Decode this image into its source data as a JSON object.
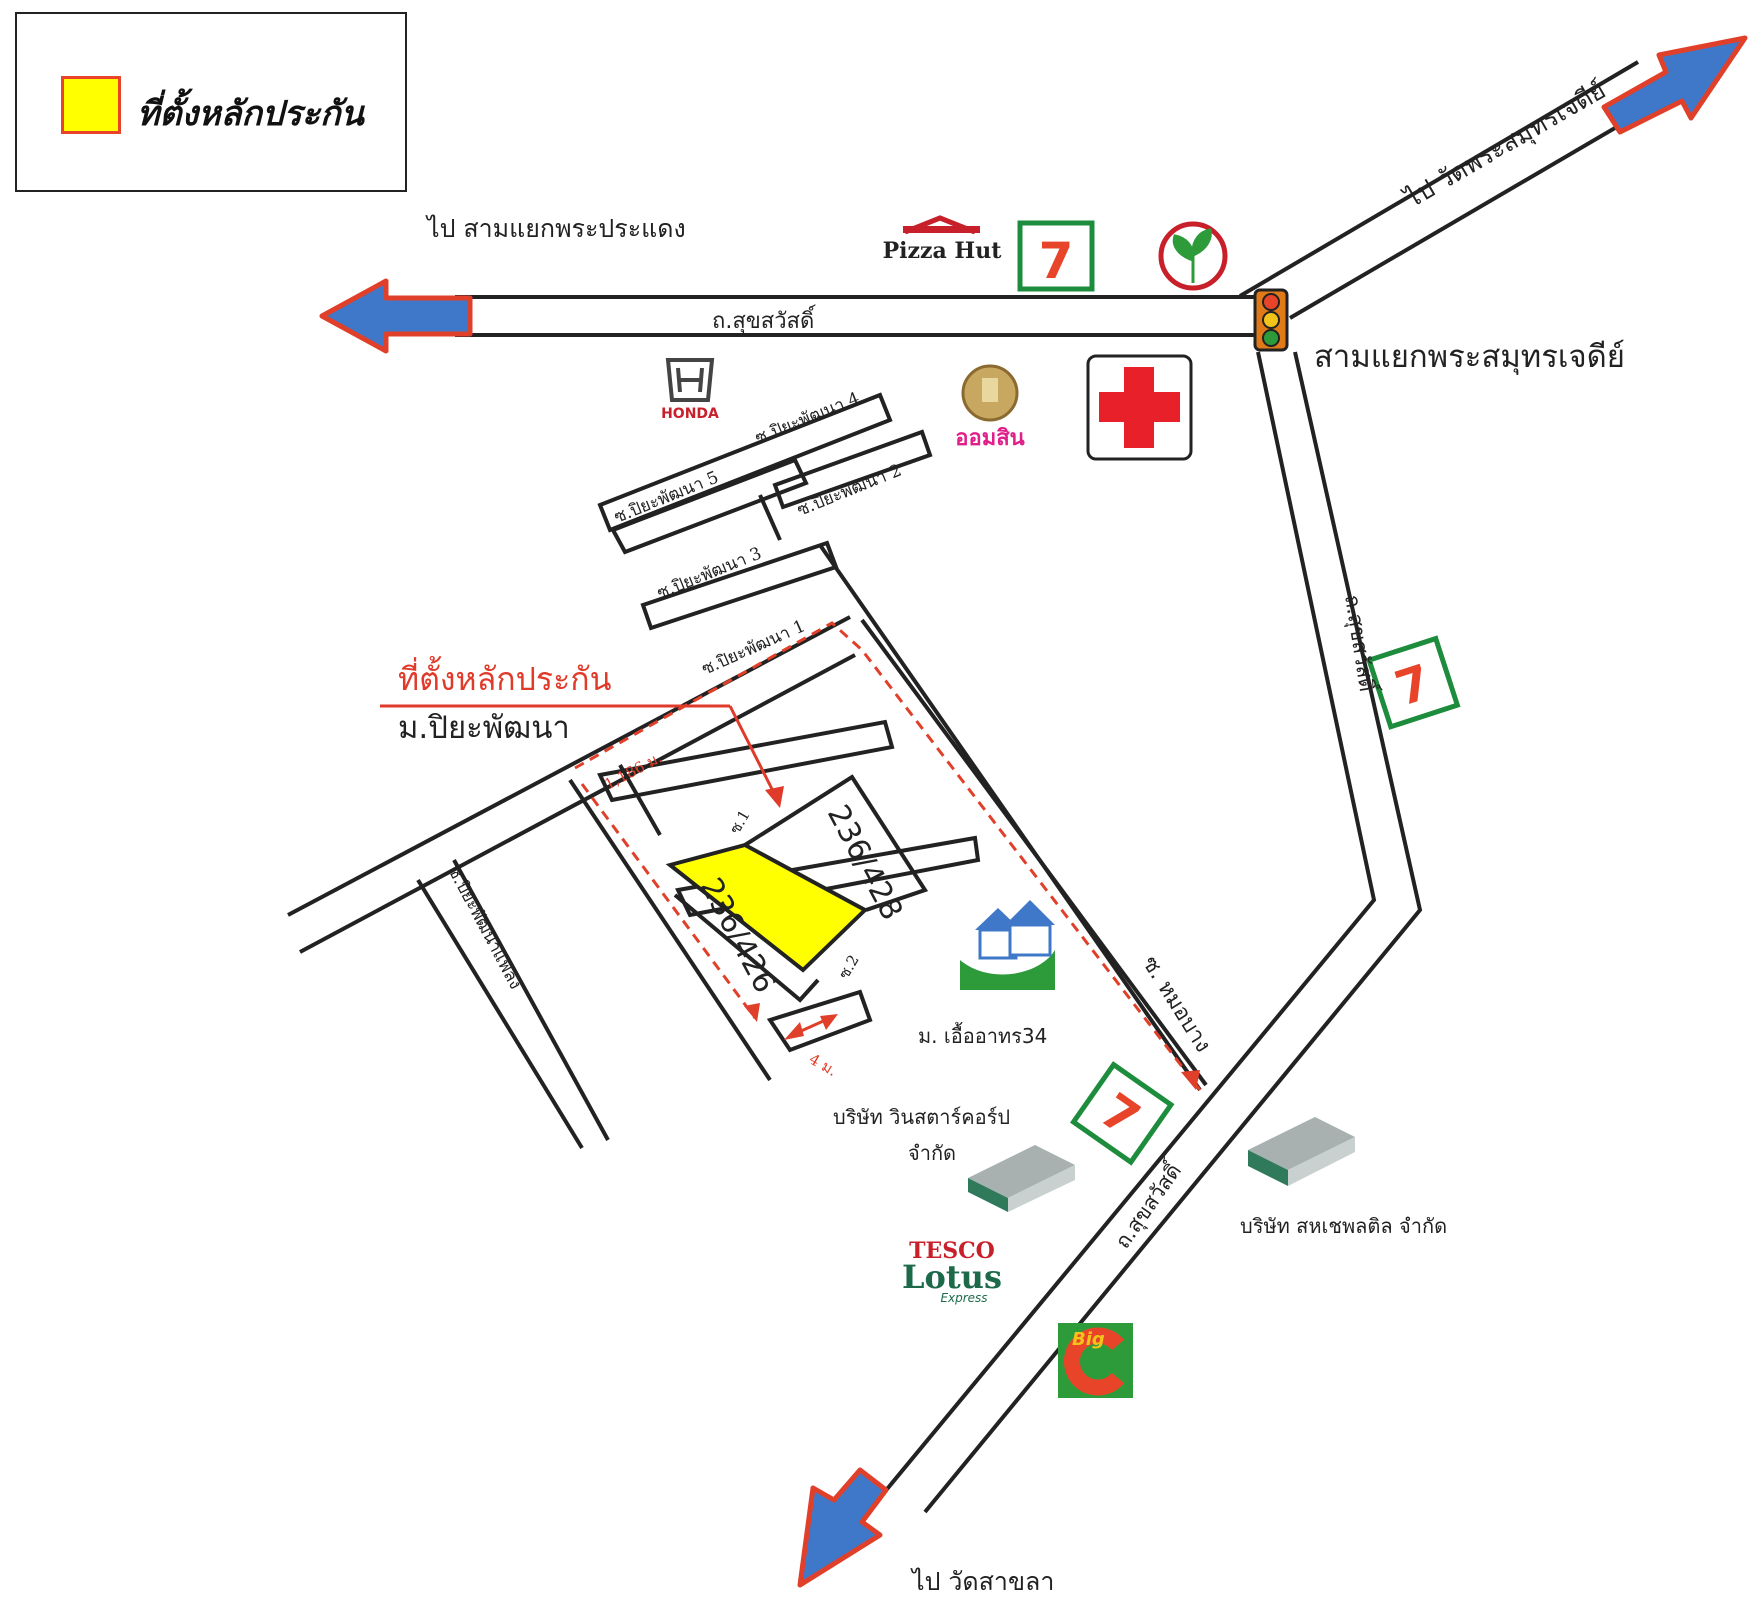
{
  "legend": {
    "label": "ที่ตั้งหลักประกัน",
    "swatch_color": "#ffff00",
    "swatch_border": "#e8442a"
  },
  "directions": {
    "to_west": "ไป สามแยกพระประแดง",
    "to_northeast": "ไป วัดพระสมุทรเจดีย์",
    "to_south": "ไป วัดสาขลา"
  },
  "junction": {
    "name": "สามแยกพระสมุทรเจดีย์"
  },
  "roads": {
    "main_top": "ถ.สุขสวัสดิ์",
    "main_diag": "ถ.สุขสวัสดิ์",
    "main_lower": "ถ.สุขสวัสดิ์",
    "moh_bang": "ซ. หมอบาง",
    "soi_1": "ซ.ปิยะพัฒนา 1",
    "soi_2": "ซ.ปิยะพัฒนา 2",
    "soi_3": "ซ.ปิยะพัฒนา 3",
    "soi_4": "ซ.ปิยะพัฒนา 4",
    "soi_5": "ซ.ปิยะพัฒนา 5",
    "soi_flat": "ซ.ปิยะพัฒนาแฟลง",
    "inner_soi_1": "ซ.1",
    "inner_soi_2": "ซ.2"
  },
  "property": {
    "callout": "ที่ตั้งหลักประกัน",
    "village": "ม.ปิยะพัฒนา",
    "house_left": "236/426",
    "house_right": "236/428",
    "distance": "1,186 ม.",
    "width": "4 ม."
  },
  "landmarks": {
    "pizza_hut": "Pizza Hut",
    "seven_eleven": "7",
    "honda": "HONDA",
    "gsb": "ออมสิน",
    "village_34": "ม. เอื้ออาทร34",
    "company_1_line1": "บริษัท วินสตาร์คอร์ป",
    "company_1_line2": "จำกัด",
    "company_2": "บริษัท สหเชพลติล จำกัด",
    "tesco_top": "TESCO",
    "tesco_mid": "Lotus",
    "tesco_bottom": "Express",
    "big_c": "Big C"
  },
  "colors": {
    "arrow_blue": "#3f78c8",
    "arrow_red": "#e0402a",
    "property": "#ffff00",
    "callout_red": "#e03a2a",
    "seven_green": "#1d8c3c",
    "cross_red": "#e8202a"
  }
}
